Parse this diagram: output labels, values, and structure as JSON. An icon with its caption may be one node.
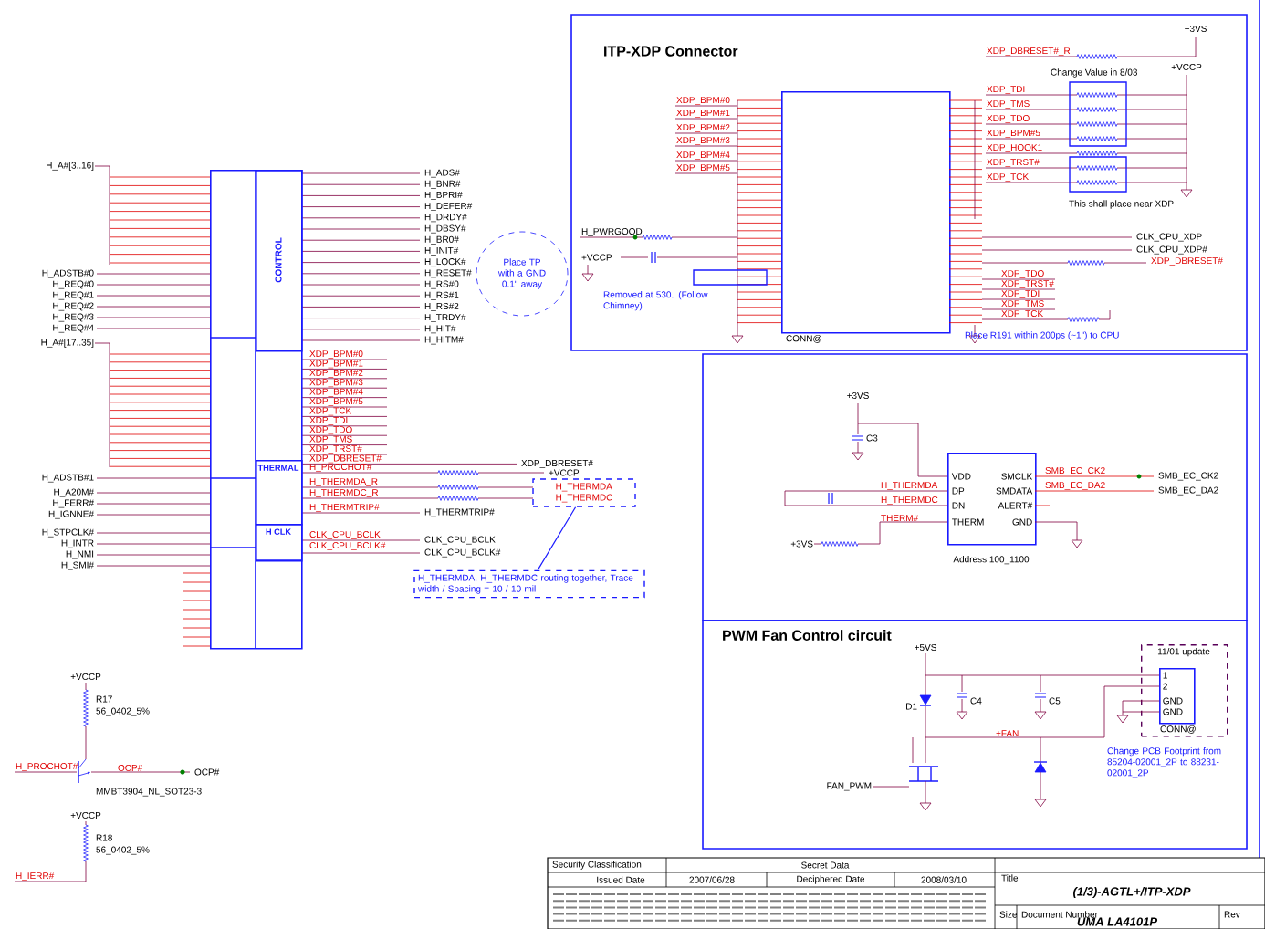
{
  "diagram": {
    "nodes": [
      {
        "text": [],
        "shape": "box"
      },
      {
        "text": [
          "CONTROL"
        ],
        "in": 0
      },
      {
        "text": [
          "THERMAL"
        ],
        "in": 0
      },
      {
        "text": [
          "H CLK"
        ],
        "in": 0
      },
      {
        "text": [
          "Place TP with a GND 0.1\" away"
        ]
      },
      {
        "text": [
          "H_THERMDA",
          "H_THERMDC"
        ]
      },
      {
        "text": [
          "H_THERMDA, H_THERMDC routing together, Trace width / Spacing = 10 / 10 mil"
        ]
      },
      {
        "text": [],
        "shape": "box",
        "beside": [
          "CONN@"
        ]
      },
      {
        "text": [
          "VDD",
          "DP",
          "DN",
          "THERM",
          "SMCLK",
          "SMDATA",
          "ALERT#",
          "GND"
        ],
        "beside": [
          "Address 100_1100"
        ]
      },
      {
        "text": [
          "11/01 update"
        ]
      },
      {
        "text": [
          "1",
          "2",
          "GND",
          "GND"
        ],
        "in": 9,
        "beside": [
          "CONN@"
        ]
      }
    ],
    "edges": [
      {
        "from": 6,
        "to": 5,
        "arrow": "none"
      }
    ],
    "labels": [
      "H_A#[3..16]",
      "H_ADSTB#0",
      "H_REQ#0",
      "H_REQ#1",
      "H_REQ#2",
      "H_REQ#3",
      "H_REQ#4",
      "H_A#[17..35]",
      "H_ADSTB#1",
      "H_A20M#",
      "H_FERR#",
      "H_IGNNE#",
      "H_STPCLK#",
      "H_INTR",
      "H_NMI",
      "H_SMI#",
      "H_ADS#",
      "H_BNR#",
      "H_BPRI#",
      "H_DEFER#",
      "H_DRDY#",
      "H_DBSY#",
      "H_BR0#",
      "H_INIT#",
      "H_LOCK#",
      "H_RESET#",
      "H_RS#0",
      "H_RS#1",
      "H_RS#2",
      "H_TRDY#",
      "H_HIT#",
      "H_HITM#",
      "XDP_BPM#0",
      "XDP_BPM#1",
      "XDP_BPM#2",
      "XDP_BPM#3",
      "XDP_BPM#4",
      "XDP_BPM#5",
      "XDP_TCK",
      "XDP_TDI",
      "XDP_TDO",
      "XDP_TMS",
      "XDP_TRST#",
      "XDP_DBRESET#",
      "XDP_DBRESET#",
      "H_PROCHOT#",
      "H_THERMDA_R",
      "H_THERMDC_R",
      "H_THERMTRIP#",
      "H_THERMTRIP#",
      "CLK_CPU_BCLK",
      "CLK_CPU_BCLK#",
      "CLK_CPU_BCLK",
      "CLK_CPU_BCLK#",
      "+VCCP",
      "+VCCP",
      "R17",
      "56_0402_5%",
      "H_PROCHOT#",
      "OCP#",
      "OCP#",
      "MMBT3904_NL_SOT23-3",
      "+VCCP",
      "R18",
      "56_0402_5%",
      "H_IERR#",
      "ITP-XDP Connector",
      "XDP_DBRESET#_R",
      "+3VS",
      "Change Value in 8/03",
      "+VCCP",
      "XDP_TDI",
      "XDP_TMS",
      "XDP_TDO",
      "XDP_BPM#5",
      "XDP_HOOK1",
      "XDP_TRST#",
      "XDP_TCK",
      "This shall place near XDP",
      "XDP_BPM#0",
      "XDP_BPM#1",
      "XDP_BPM#2",
      "XDP_BPM#3",
      "XDP_BPM#4",
      "XDP_BPM#5",
      "H_PWRGOOD",
      "+VCCP",
      "Removed at 530. (Follow Chimney)",
      "CLK_CPU_XDP",
      "CLK_CPU_XDP#",
      "XDP_DBRESET#",
      "XDP_TDO",
      "XDP_TRST#",
      "XDP_TDI",
      "XDP_TMS",
      "XDP_TCK",
      "Place R191 within 200ps (~1\") to CPU",
      "+3VS",
      "C3",
      "H_THERMDA",
      "H_THERMDC",
      "THERM#",
      "+3VS",
      "SMB_EC_CK2",
      "SMB_EC_DA2",
      "SMB_EC_CK2",
      "SMB_EC_DA2",
      "PWM Fan Control circuit",
      "+5VS",
      "D1",
      "C4",
      "C5",
      "+FAN",
      "FAN_PWM",
      "Change PCB Footprint from 85204-02001_2P to 88231-02001_2P",
      "Security Classification",
      "Secret Data",
      "Issued Date",
      "2007/06/28",
      "Deciphered Date",
      "2008/03/10",
      "Title",
      "(1/3)-AGTL+/ITP-XDP",
      "Size",
      "Document Number",
      "Rev",
      "UMA LA4101P"
    ]
  }
}
